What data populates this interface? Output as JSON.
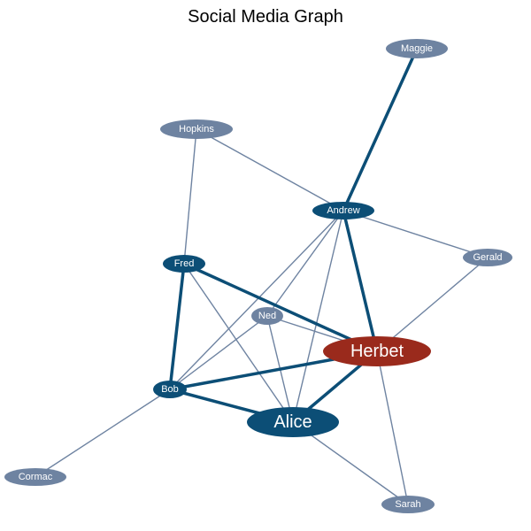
{
  "title": "Social Media Graph",
  "colors": {
    "primary": "#0c4e76",
    "secondary": "#6e83a1",
    "highlight": "#9a2a1c",
    "label": "#ffffff"
  },
  "nodes": [
    {
      "id": "Maggie",
      "label": "Maggie",
      "style": "secondary"
    },
    {
      "id": "Hopkins",
      "label": "Hopkins",
      "style": "secondary"
    },
    {
      "id": "Andrew",
      "label": "Andrew",
      "style": "primary"
    },
    {
      "id": "Gerald",
      "label": "Gerald",
      "style": "secondary"
    },
    {
      "id": "Fred",
      "label": "Fred",
      "style": "primary"
    },
    {
      "id": "Ned",
      "label": "Ned",
      "style": "secondary"
    },
    {
      "id": "Herbet",
      "label": "Herbet",
      "style": "highlight"
    },
    {
      "id": "Bob",
      "label": "Bob",
      "style": "primary"
    },
    {
      "id": "Alice",
      "label": "Alice",
      "style": "primary"
    },
    {
      "id": "Cormac",
      "label": "Cormac",
      "style": "secondary"
    },
    {
      "id": "Sarah",
      "label": "Sarah",
      "style": "secondary"
    }
  ],
  "edges": [
    {
      "source": "Maggie",
      "target": "Andrew",
      "weight": "strong"
    },
    {
      "source": "Hopkins",
      "target": "Andrew",
      "weight": "weak"
    },
    {
      "source": "Hopkins",
      "target": "Fred",
      "weight": "weak"
    },
    {
      "source": "Andrew",
      "target": "Gerald",
      "weight": "weak"
    },
    {
      "source": "Andrew",
      "target": "Herbet",
      "weight": "strong"
    },
    {
      "source": "Andrew",
      "target": "Ned",
      "weight": "weak"
    },
    {
      "source": "Andrew",
      "target": "Bob",
      "weight": "weak"
    },
    {
      "source": "Andrew",
      "target": "Alice",
      "weight": "weak"
    },
    {
      "source": "Gerald",
      "target": "Herbet",
      "weight": "weak"
    },
    {
      "source": "Fred",
      "target": "Herbet",
      "weight": "strong"
    },
    {
      "source": "Fred",
      "target": "Bob",
      "weight": "strong"
    },
    {
      "source": "Fred",
      "target": "Alice",
      "weight": "weak"
    },
    {
      "source": "Ned",
      "target": "Herbet",
      "weight": "weak"
    },
    {
      "source": "Ned",
      "target": "Bob",
      "weight": "weak"
    },
    {
      "source": "Ned",
      "target": "Alice",
      "weight": "weak"
    },
    {
      "source": "Herbet",
      "target": "Bob",
      "weight": "strong"
    },
    {
      "source": "Herbet",
      "target": "Alice",
      "weight": "strong"
    },
    {
      "source": "Herbet",
      "target": "Sarah",
      "weight": "weak"
    },
    {
      "source": "Bob",
      "target": "Alice",
      "weight": "strong"
    },
    {
      "source": "Bob",
      "target": "Cormac",
      "weight": "weak"
    },
    {
      "source": "Alice",
      "target": "Sarah",
      "weight": "weak"
    }
  ]
}
